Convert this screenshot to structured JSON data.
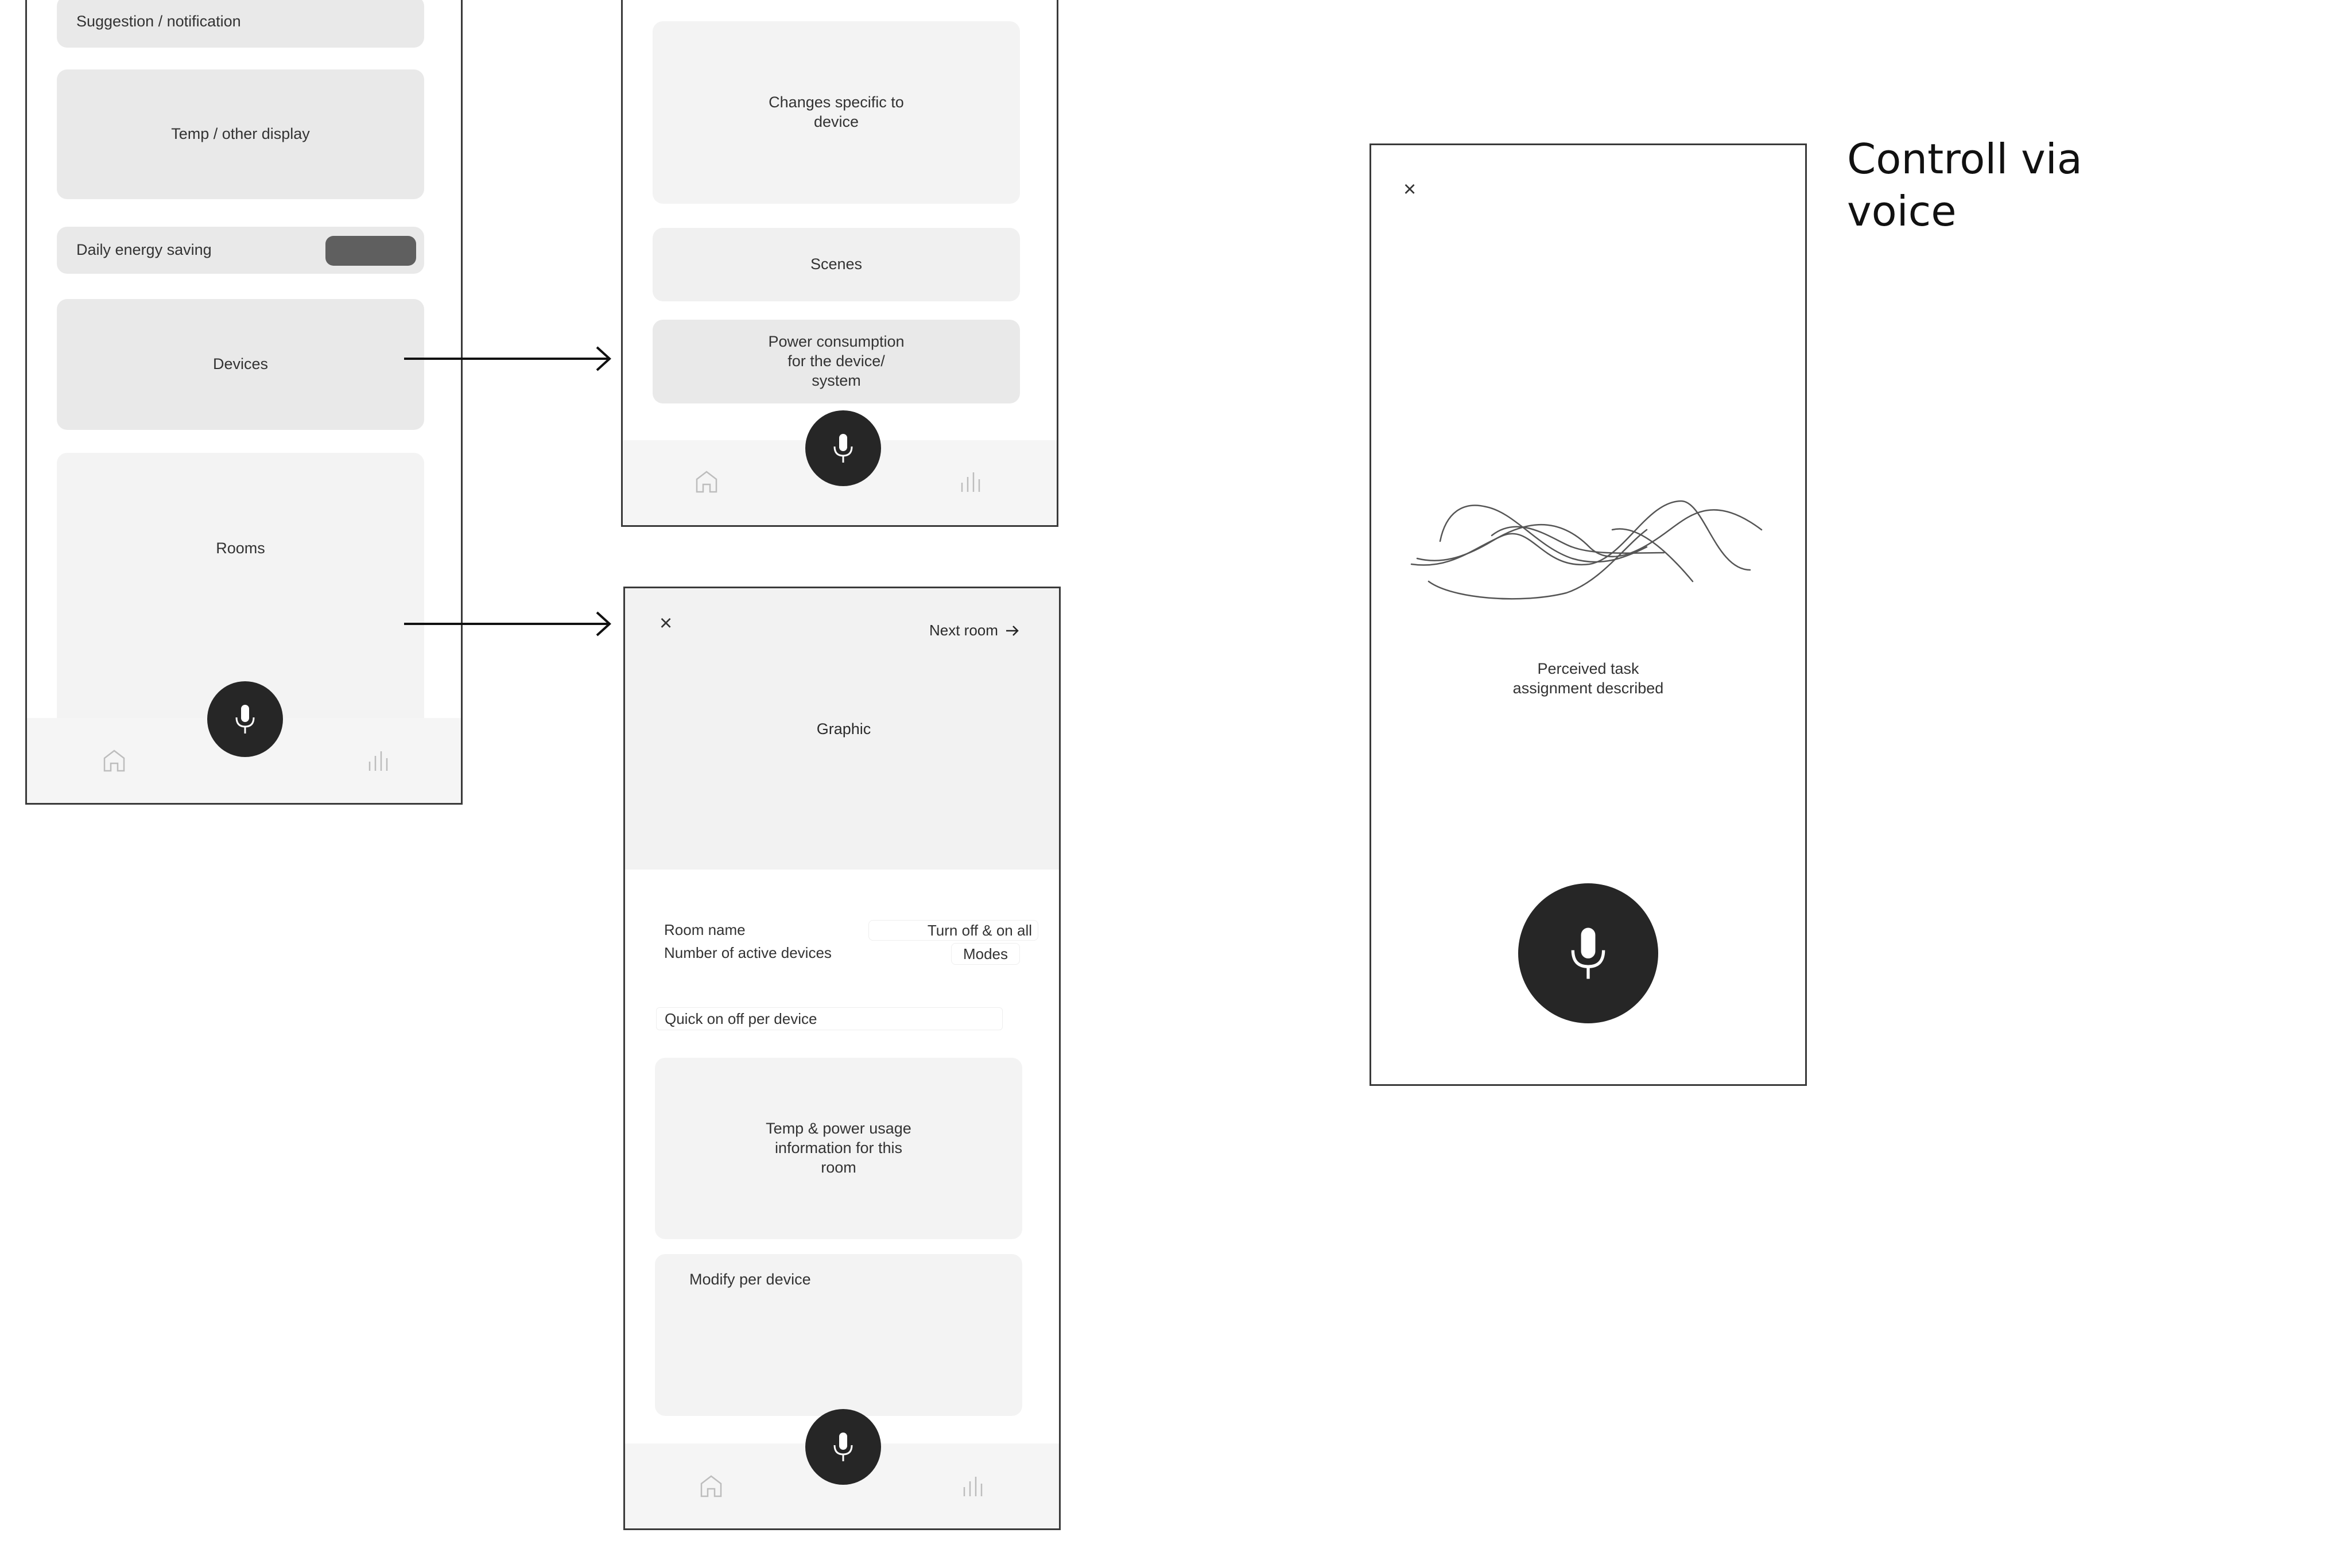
{
  "home": {
    "suggestion": "Suggestion / notification",
    "temp_display": "Temp / other display",
    "energy_label": "Daily energy saving",
    "devices": "Devices",
    "rooms": "Rooms"
  },
  "device_screen": {
    "changes": "Changes specific to\ndevice",
    "scenes": "Scenes",
    "power": "Power consumption\nfor the device/\nsystem"
  },
  "room_screen": {
    "close": "×",
    "next_room": "Next room",
    "graphic": "Graphic",
    "room_name": "Room name",
    "active_devices": "Number of active devices",
    "turn_off_on": "Turn off & on  all",
    "modes": "Modes",
    "quick_on_off": "Quick on off per device",
    "temp_power": "Temp & power usage\ninformation for this\nroom",
    "modify": "Modify per device"
  },
  "voice_screen": {
    "close": "×",
    "caption": "Perceived task\nassignment described",
    "heading": "Controll via\nvoice"
  },
  "icons": {
    "mic": "microphone-icon",
    "home": "home-icon",
    "stats": "bar-chart-icon",
    "close": "close-icon",
    "arrow": "arrow-right-icon"
  },
  "colors": {
    "mic_button": "#262626",
    "card_dark": "#e9e9e9",
    "card_light": "#f3f3f3",
    "toggle": "#5f5f5f"
  }
}
